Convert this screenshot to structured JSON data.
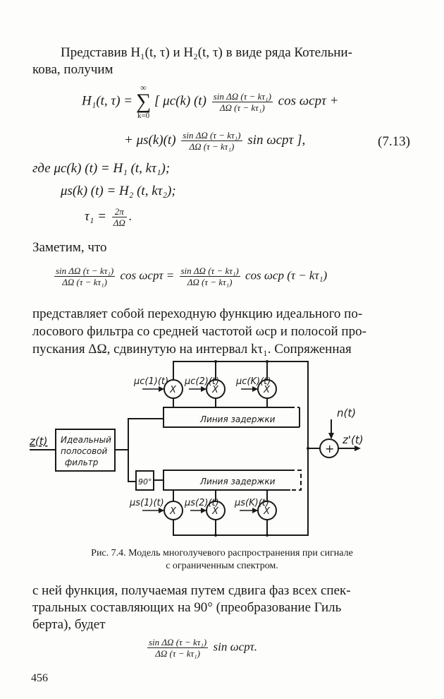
{
  "paragraph1": {
    "line1": "Представив H₁(t, τ) и H₂(t, τ) в виде ряда Котельни-",
    "line2": "кова, получим"
  },
  "eq713": {
    "lhs": "H₁(t, τ) =",
    "sum_top": "∞",
    "sum_sign": "∑",
    "sum_bottom": "k=0",
    "term1_coef": "[ μc(k) (t)",
    "frac_num": "sin ΔΩ (τ − kτ₁)",
    "frac_den": "ΔΩ (τ − kτ₁)",
    "term1_tail": "cos ωcpτ +",
    "term2_coef": "+ μs(k)(t)",
    "term2_tail": "sin ωcpτ ],",
    "number": "(7.13)"
  },
  "where": {
    "line1": "где μc(k) (t) = H₁ (t, kτ₁);",
    "line2": "μs(k) (t) = H₂ (t, kτ₂);",
    "line3_lhs": "τ₁ =",
    "line3_num": "2π",
    "line3_den": "ΔΩ",
    "line3_tail": "."
  },
  "note": "Заметим, что",
  "identity": {
    "num": "sin ΔΩ (τ − kτ₁)",
    "den": "ΔΩ (τ − kτ₁)",
    "mid": "cos ωcpτ =",
    "rhs_tail": "cos ωcp (τ − kτ₁)"
  },
  "paragraph2": [
    "представляет собой переходную функцию идеального по-",
    "лосового фильтра со средней частотой ωcp и полосой про-",
    "пускания ΔΩ, сдвинутую на интервал kτ₁. Сопряженная"
  ],
  "figure": {
    "input": "z(t)",
    "filter": [
      "Идеальный",
      "полосовой",
      "фильтр"
    ],
    "delay_line": "Линия задержки",
    "phase": "90°",
    "noise": "n(t)",
    "output": "z'(t)",
    "multiplier": "X",
    "adder": "+",
    "mu_c": [
      "μc(1)(t)",
      "μc(2)(t)",
      "μc(K)(t)"
    ],
    "mu_s": [
      "μs(1)(t)",
      "μs(2)(t)",
      "μs(K)(t)"
    ],
    "caption": [
      "Рис. 7.4. Модель многолучевого распространения при сигнале",
      "с ограниченным спектром."
    ]
  },
  "paragraph3": [
    "с ней функция, получаемая путем сдвига фаз всех спек-",
    "тральных составляющих на 90° (преобразование Гиль",
    "берта), будет"
  ],
  "final_eq": {
    "num": "sin ΔΩ (τ − kτ₁)",
    "den": "ΔΩ (τ − kτ₁)",
    "tail": "sin ωcpτ."
  },
  "page_number": "456"
}
